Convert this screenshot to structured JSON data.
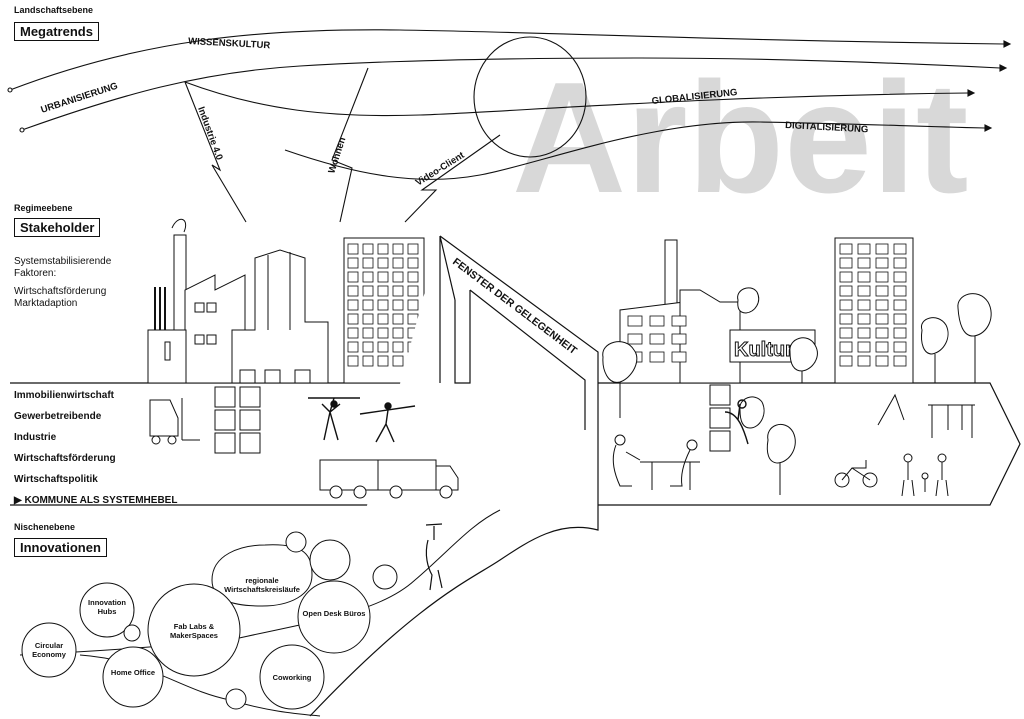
{
  "watermark": "Arbeit",
  "landscape": {
    "level": "Landschaftsebene",
    "title": "Megatrends"
  },
  "trends": [
    "WISSENSKULTUR",
    "URBANISIERUNG",
    "GLOBALISIERUNG",
    "DIGITALISIERUNG"
  ],
  "channels": [
    "Industrie 4.0",
    "Wohnen",
    "Video-Client"
  ],
  "regime": {
    "level": "Regimeebene",
    "title": "Stakeholder",
    "factors_head": "Systemstabilisierende Faktoren:",
    "factors": [
      "Wirtschaftsförderung",
      "Marktadaption"
    ]
  },
  "window_label": "FENSTER DER GELEGENHEIT",
  "kultur_sign": "Kultur",
  "stakeholders": [
    "Immobilienwirtschaft",
    "Gewerbetreibende",
    "Industrie",
    "Wirtschaftsförderung",
    "Wirtschaftspolitik"
  ],
  "lever": "▶ KOMMUNE ALS SYSTEMHEBEL",
  "niche": {
    "level": "Nischenebene",
    "title": "Innovationen"
  },
  "innovations": {
    "regional": "regionale Wirtschaftskreisläufe",
    "hubs": "Innovation Hubs",
    "fablabs": "Fab Labs & MakerSpaces",
    "opendesk": "Open Desk Büros",
    "circular": "Circular Economy",
    "homeoffice": "Home Office",
    "coworking": "Coworking"
  },
  "colors": {
    "ink": "#111111",
    "watermark": "#d8d8d8"
  }
}
